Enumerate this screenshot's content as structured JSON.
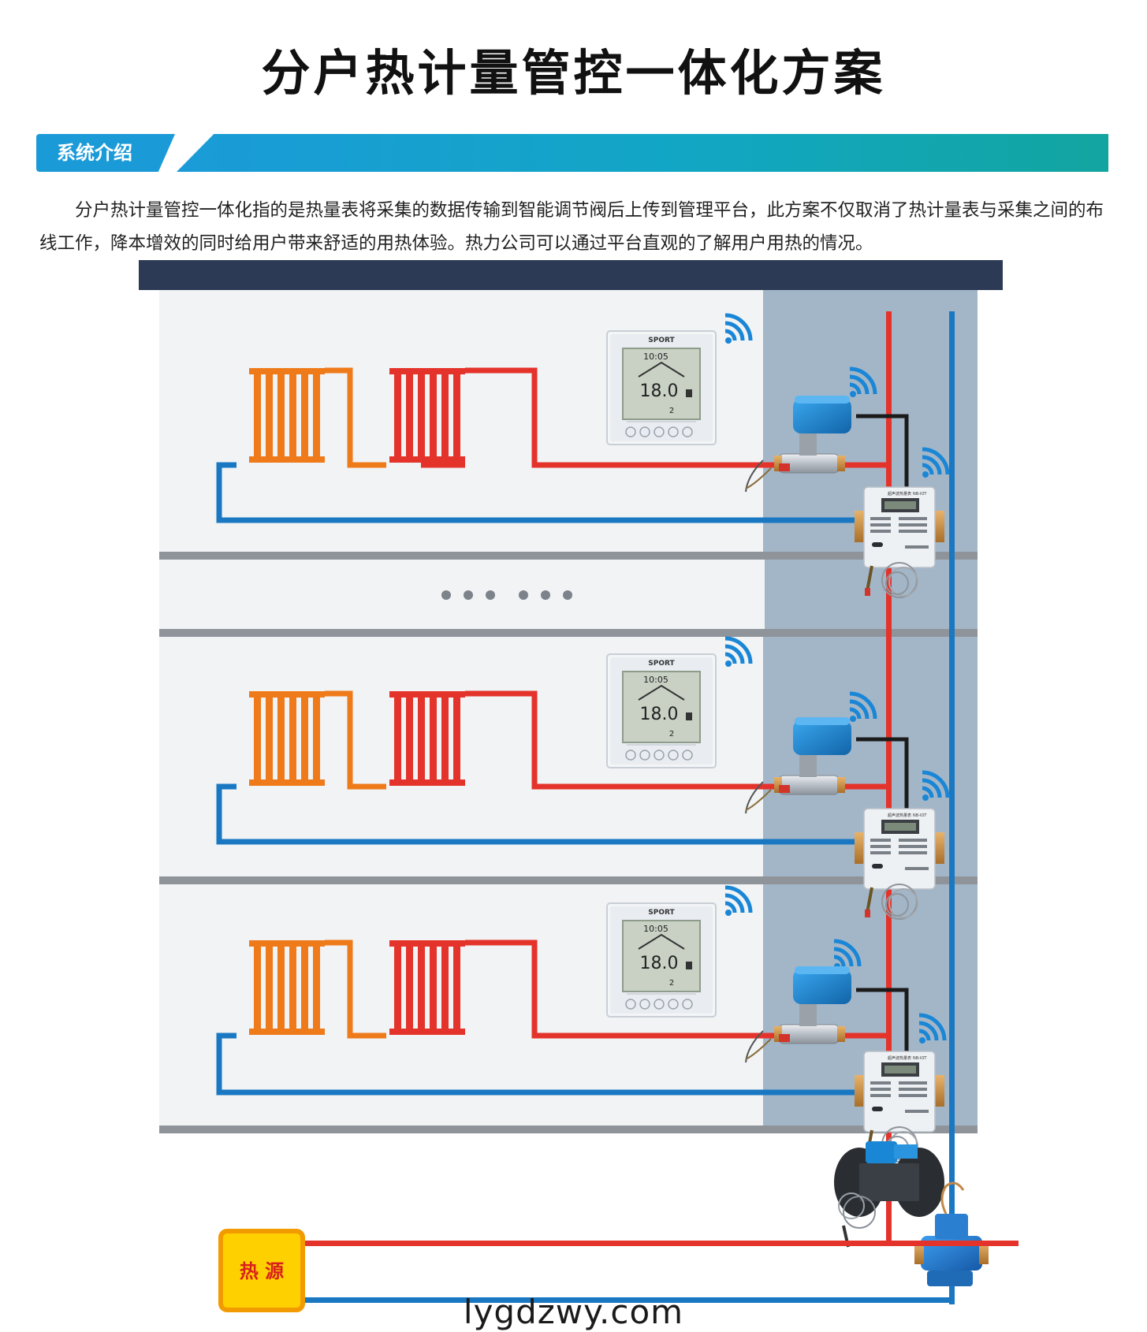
{
  "page": {
    "title": "分户热计量管控一体化方案",
    "section_label": "系统介绍",
    "intro": "分户热计量管控一体化指的是热量表将采集的数据传输到智能调节阀后上传到管理平台，此方案不仅取消了热计量表与采集之间的布线工作，降本增效的同时给用户带来舒适的用热体验。热力公司可以通过平台直观的了解用户用热的情况。",
    "watermark": "lygdzwy.com"
  },
  "thermostat": {
    "brand": "SPORT",
    "time": "10:05",
    "temp": "18.0",
    "mode": "2"
  },
  "heat_meter": {
    "model": "NB-IOT",
    "name": "超声波热量表"
  },
  "heat_source": {
    "label": "热 源"
  },
  "colors": {
    "supply_pipe": "#e4332b",
    "return_pipe": "#1a78c2",
    "radiator": "#ef7a1a",
    "riser_bg": "#9fb3c4",
    "ceiling": "#2c3a55",
    "heat_source_fill": "#ffd000",
    "heat_source_border": "#f29b00",
    "valve_actuator": "#1d8ed8",
    "wifi": "#1a86d6",
    "control_wire": "#1b1b1b"
  },
  "icons": [
    "wifi-icon",
    "house-icon",
    "flame-icon",
    "power-icon"
  ],
  "floors_shown": 3,
  "ellipsis_dots": 6
}
